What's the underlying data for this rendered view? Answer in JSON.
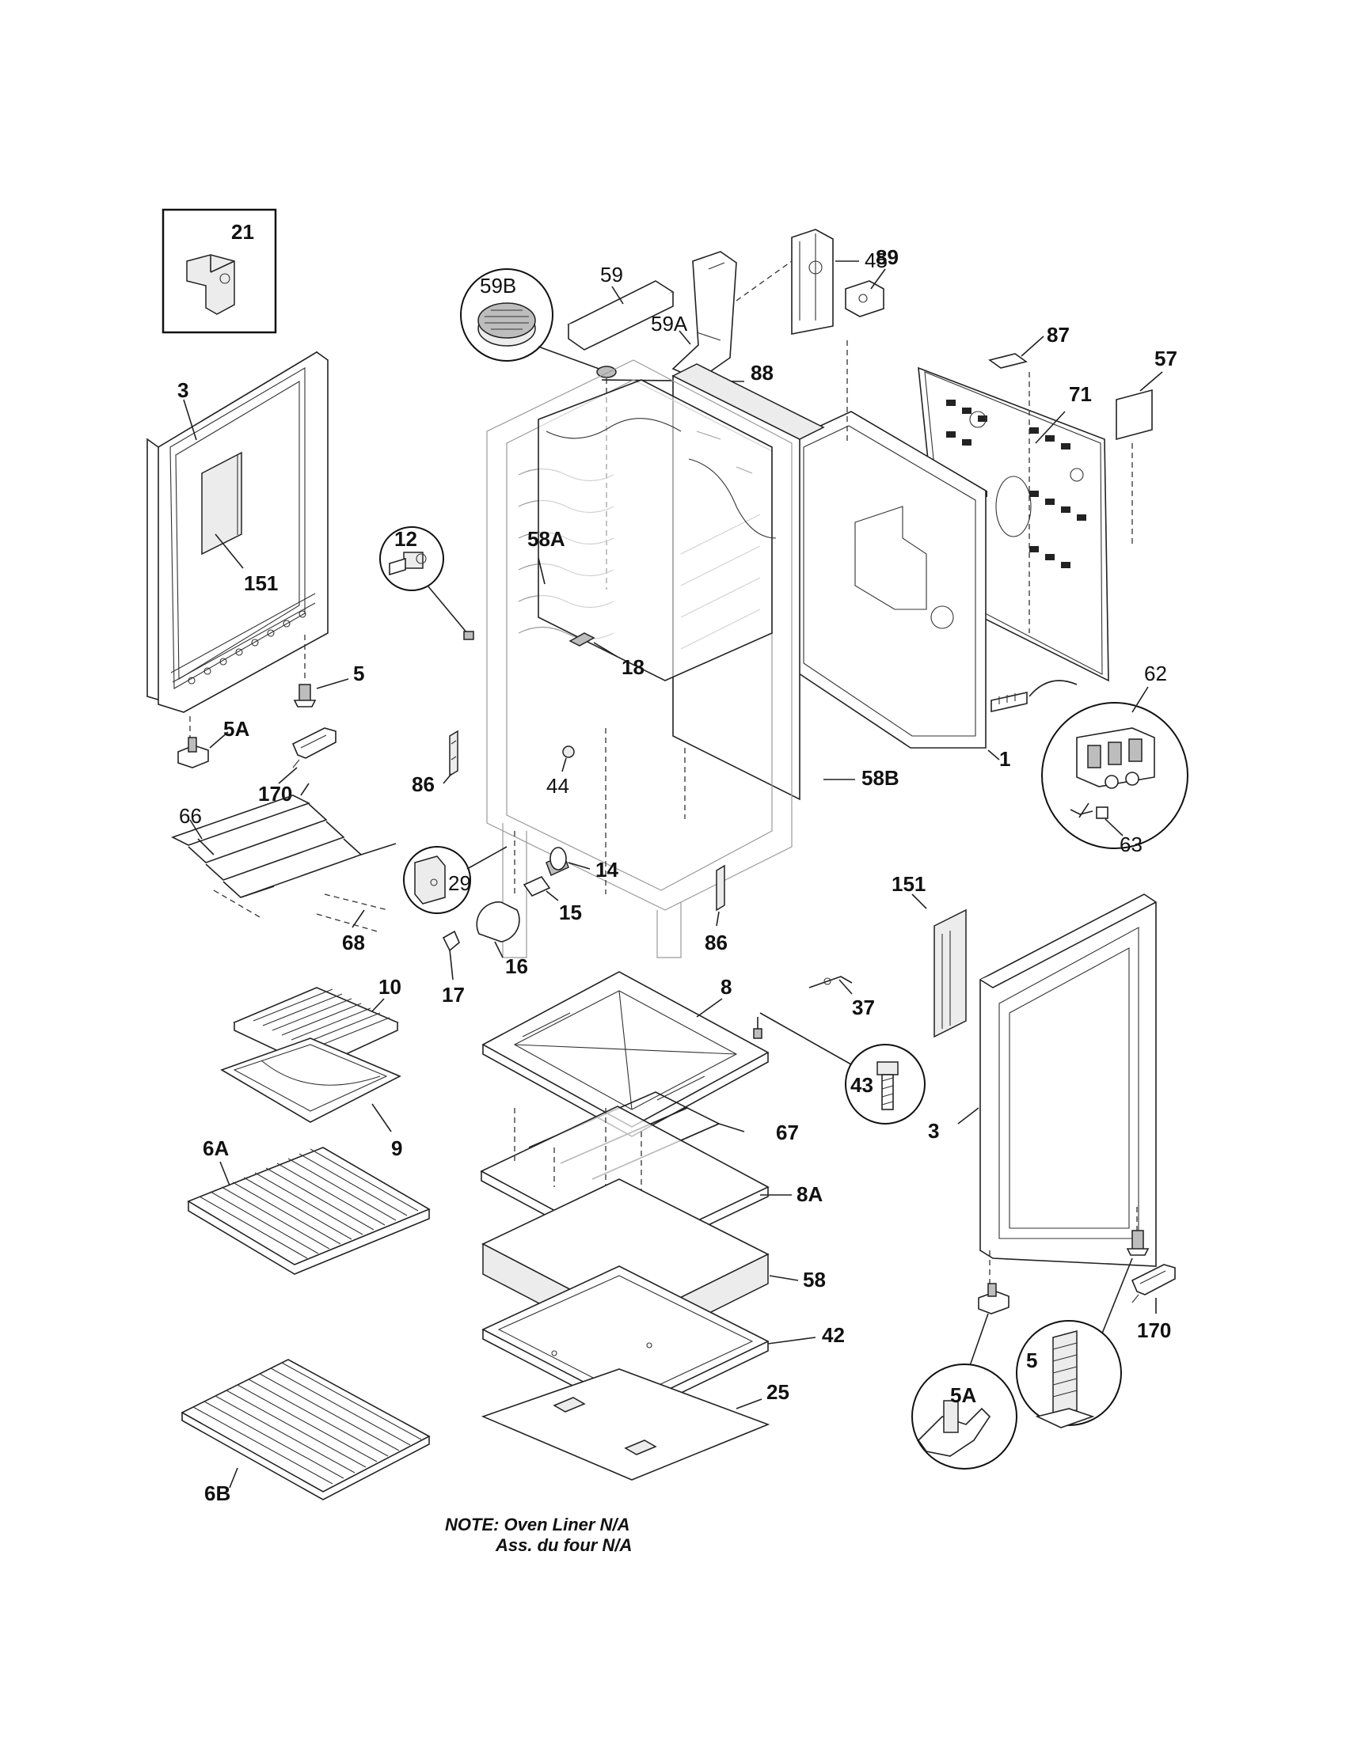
{
  "labels": {
    "l21": "21",
    "l3_top": "3",
    "l151_top": "151",
    "l5_top": "5",
    "l5A_top": "5A",
    "l170_top": "170",
    "l45": "45",
    "l59A": "59A",
    "l59": "59",
    "l59B": "59B",
    "l87": "87",
    "l57": "57",
    "l89": "89",
    "l71": "71",
    "l12": "12",
    "l58A": "58A",
    "l88": "88",
    "l18": "18",
    "l62": "62",
    "l1": "1",
    "l86_left": "86",
    "l44": "44",
    "l58B": "58B",
    "l63": "63",
    "l66": "66",
    "l29": "29",
    "l14": "14",
    "l15": "15",
    "l68": "68",
    "l16": "16",
    "l86_right": "86",
    "l151_right": "151",
    "l17": "17",
    "l10": "10",
    "l8": "8",
    "l37": "37",
    "l43": "43",
    "l9": "9",
    "l67": "67",
    "l3_right": "3",
    "l6A": "6A",
    "l8A": "8A",
    "l58": "58",
    "l170_right": "170",
    "l42": "42",
    "l25": "25",
    "l5_bottom": "5",
    "l5A_bottom": "5A",
    "l6B": "6B"
  },
  "note": {
    "line1": "NOTE: Oven Liner N/A",
    "line2": "Ass. du four N/A"
  }
}
